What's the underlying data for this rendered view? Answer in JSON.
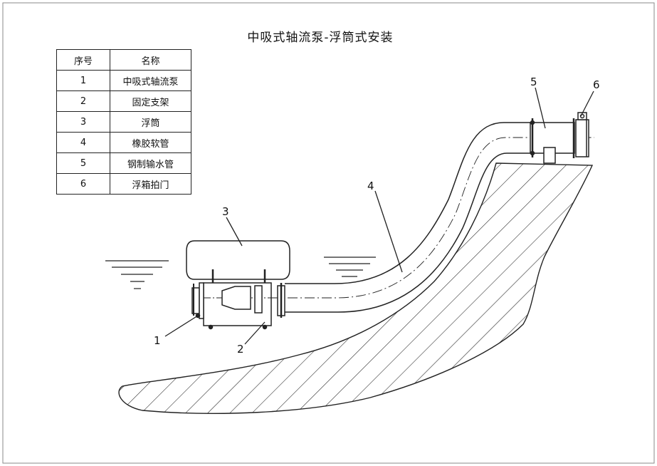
{
  "title": "中吸式轴流泵-浮筒式安装",
  "legend": {
    "header": {
      "index": "序号",
      "name": "名称"
    },
    "rows": [
      {
        "index": "1",
        "name": "中吸式轴流泵"
      },
      {
        "index": "2",
        "name": "固定支架"
      },
      {
        "index": "3",
        "name": "浮筒"
      },
      {
        "index": "4",
        "name": "橡胶软管"
      },
      {
        "index": "5",
        "name": "钢制输水管"
      },
      {
        "index": "6",
        "name": "浮箱拍门"
      }
    ]
  },
  "callouts": [
    "1",
    "2",
    "3",
    "4",
    "5",
    "6"
  ]
}
